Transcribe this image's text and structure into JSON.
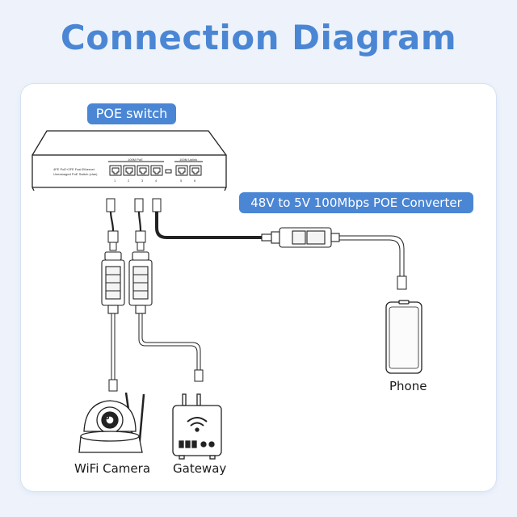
{
  "title": "Connection Diagram",
  "switch_label": "POE switch",
  "converter_label": "48V to 5V 100Mbps POE Converter",
  "devices": {
    "phone": "Phone",
    "camera": "WiFi Camera",
    "gateway": "Gateway"
  },
  "switch_face": {
    "line1": "4FE PoE+2FE Fast Ethernet",
    "line2": "Unmanaged PoE Switch (vlan)",
    "poe_group": "100M PoE",
    "uplink_group": "100M Uplink",
    "port_numbers": [
      "1",
      "2",
      "3",
      "4",
      "5",
      "6"
    ]
  },
  "colors": {
    "accent": "#4a86d4",
    "background": "#eef3fb",
    "panel": "#ffffff",
    "line": "#222222"
  }
}
